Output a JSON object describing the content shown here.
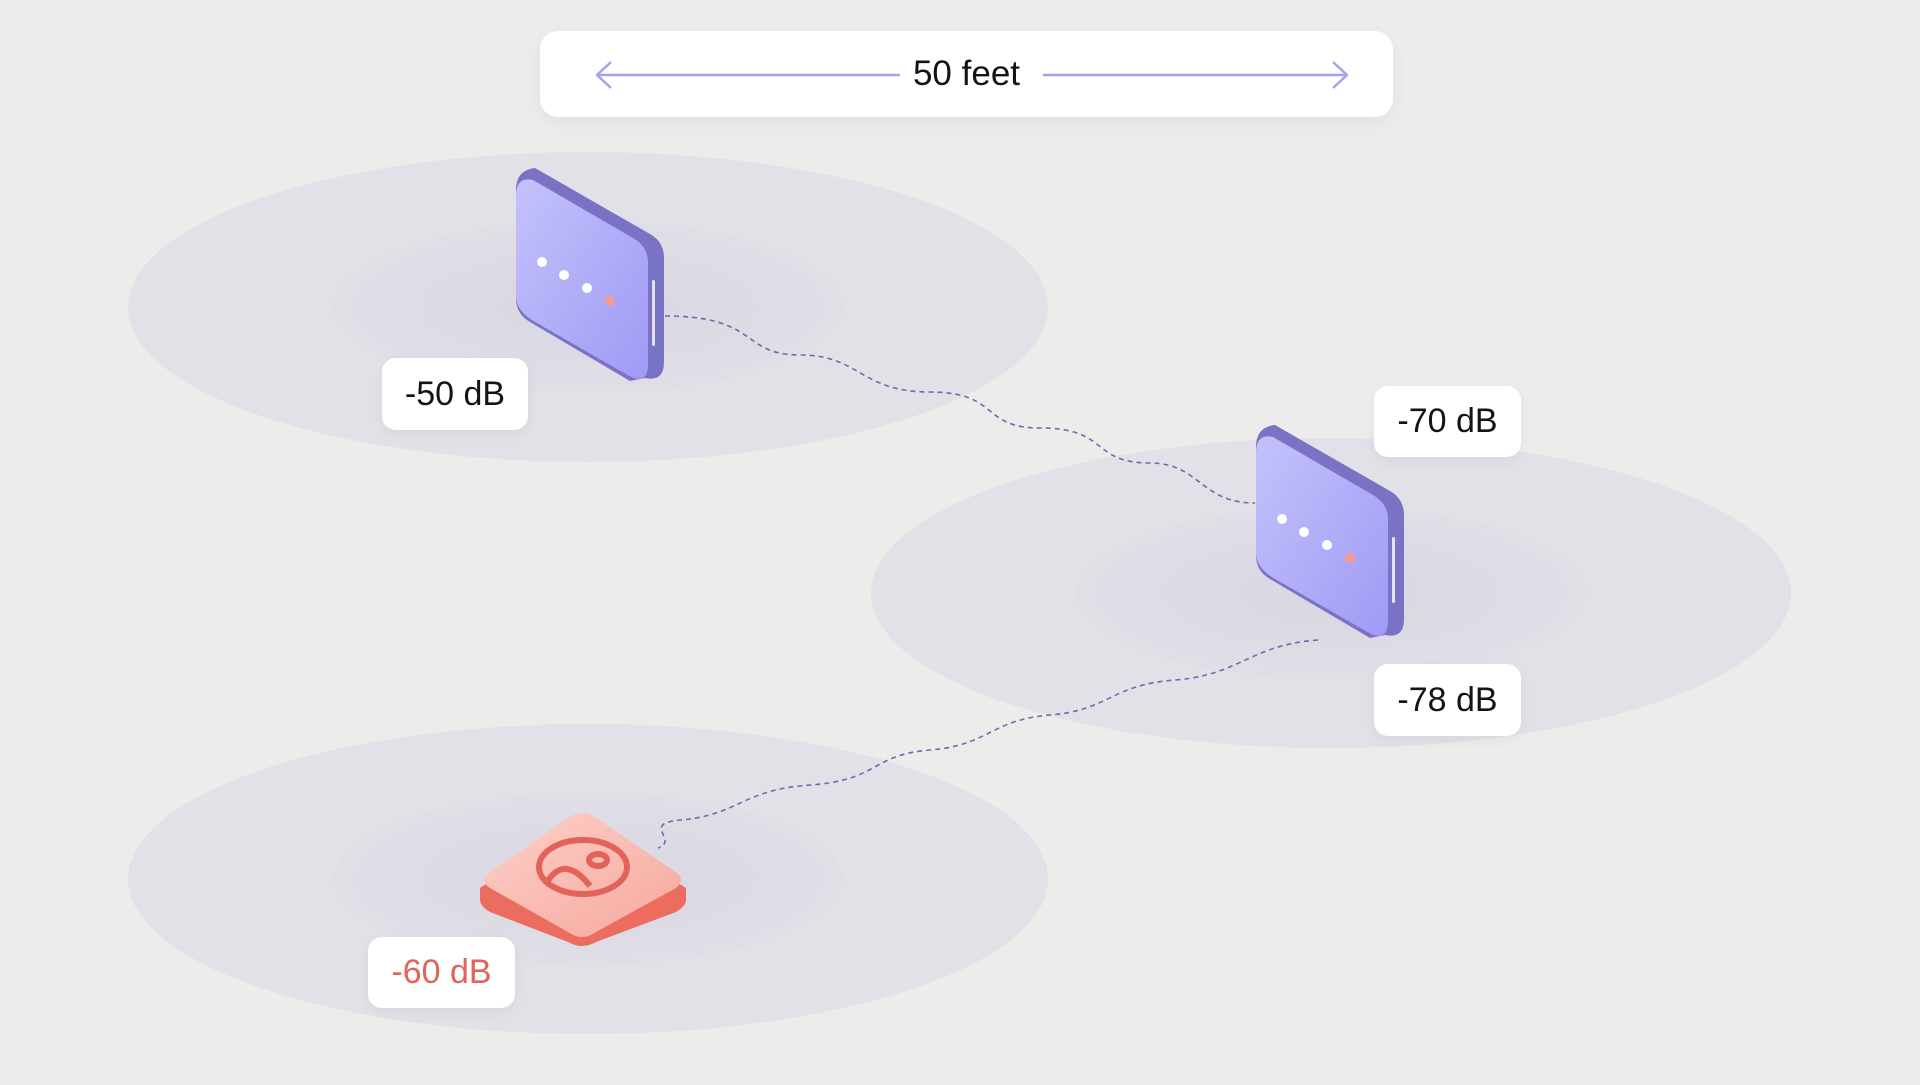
{
  "scale": {
    "label": "50 feet"
  },
  "devices": [
    {
      "name": "access-point-1",
      "signal": "-50 dB"
    },
    {
      "name": "access-point-2",
      "signal_top": "-70 dB",
      "signal_bottom": "-78 dB"
    },
    {
      "name": "client-device",
      "signal": "-60 dB",
      "icon": "sad-face-icon"
    }
  ],
  "colors": {
    "background": "#edecea",
    "coverage": "#dedde5",
    "router_face": "#a9a6f8",
    "router_side": "#7a72c4",
    "client_face": "#f9b9b0",
    "client_side": "#ec6d60",
    "alert_text": "#e2635a",
    "link_line": "#6f6bb0"
  }
}
